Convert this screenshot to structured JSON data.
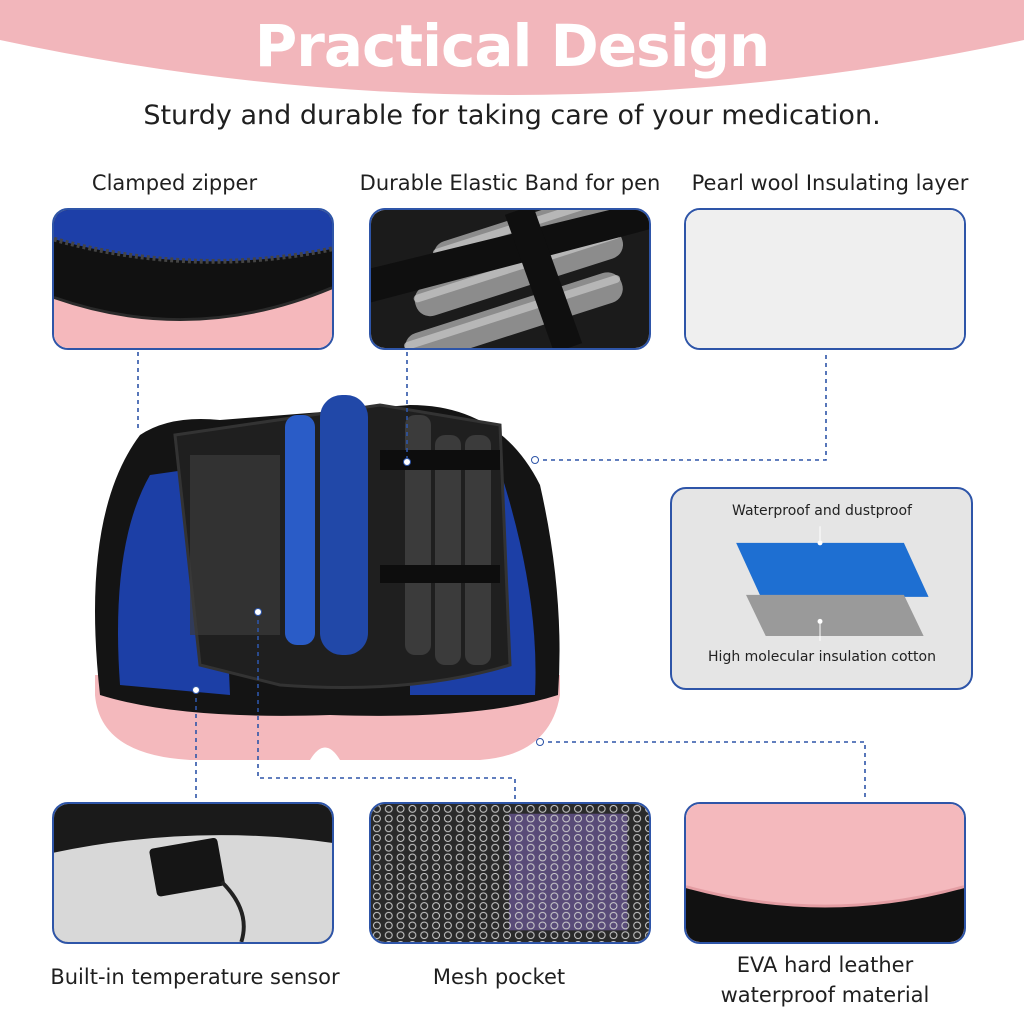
{
  "header": {
    "title": "Practical Design",
    "subtitle": "Sturdy and durable for taking care of your medication."
  },
  "features": {
    "zipper": "Clamped zipper",
    "elastic_band": "Durable Elastic Band for pen",
    "pearl_wool": "Pearl wool Insulating layer",
    "temp_sensor": "Built-in temperature sensor",
    "mesh_pocket": "Mesh pocket",
    "eva_line1": "EVA hard leather",
    "eva_line2": "waterproof material"
  },
  "layers": {
    "top": "Waterproof and dustproof",
    "bottom": "High molecular insulation cotton"
  },
  "colors": {
    "banner": "#f2b6bb",
    "frame": "#2e55a8",
    "case_pink": "#f4b9bd",
    "ice_pack": "#1c3fa6"
  }
}
